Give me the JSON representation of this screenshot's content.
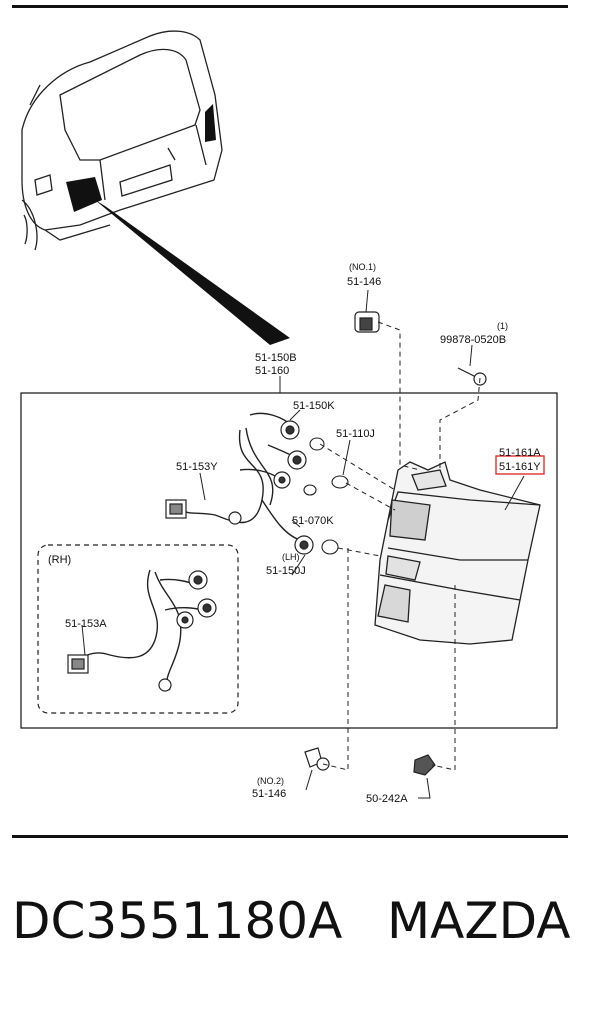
{
  "labels": {
    "no1": "(NO.1)",
    "p51_146_top": "51-146",
    "screw_qty": "(1)",
    "p99878": "99878-0520B",
    "p51_150B": "51-150B",
    "p51_160": "51-160",
    "p51_150K": "51-150K",
    "p51_110J": "51-110J",
    "p51_161A": "51-161A",
    "p51_161Y": "51-161Y",
    "p51_153Y": "51-153Y",
    "p51_070K": "51-070K",
    "lh": "(LH)",
    "p51_150J": "51-150J",
    "rh": "(RH)",
    "p51_153A": "51-153A",
    "no2": "(NO.2)",
    "p51_146_bot": "51-146",
    "p50_242A": "50-242A"
  },
  "highlight_color": "#e03030",
  "footer": {
    "part_number": "DC3551180A",
    "brand": "MAZDA"
  }
}
